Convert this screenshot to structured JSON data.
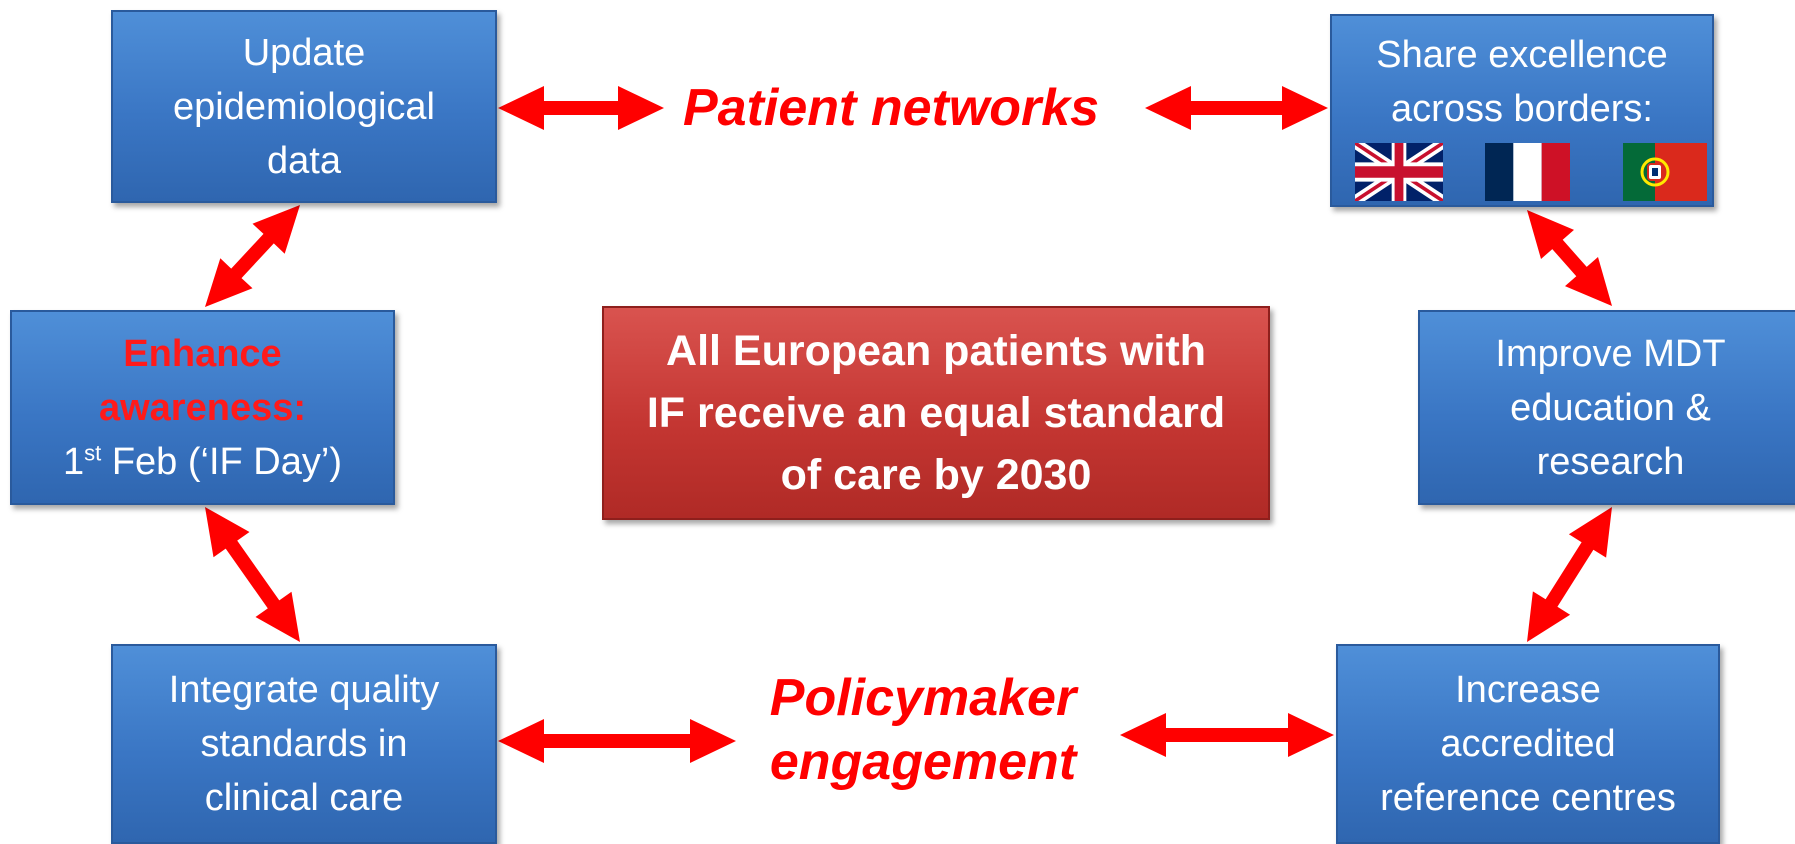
{
  "boxes": {
    "update_data": [
      "Update",
      "epidemiological",
      "data"
    ],
    "share_excellence": [
      "Share excellence",
      "across borders:"
    ],
    "enhance_awareness": {
      "title_line1": "Enhance",
      "title_line2": "awareness:",
      "date_num": "1",
      "date_sup": "st",
      "date_rest": " Feb (‘IF Day’)"
    },
    "improve_mdt": [
      "Improve MDT",
      "education &",
      "research"
    ],
    "integrate_quality": [
      "Integrate quality",
      "standards in",
      "clinical care"
    ],
    "increase_centres": [
      "Increase",
      "accredited",
      "reference centres"
    ]
  },
  "center_goal": [
    "All European patients with",
    "IF receive an equal standard",
    "of care by 2030"
  ],
  "labels": {
    "patient_networks": "Patient networks",
    "policymaker_line1": "Policymaker",
    "policymaker_line2": "engagement"
  },
  "flags": [
    "united-kingdom-flag",
    "france-flag",
    "portugal-flag"
  ],
  "colors": {
    "box_blue": "#3a76c4",
    "goal_red": "#c43632",
    "arrow_red": "#ff0000",
    "label_red": "#ff0000"
  }
}
